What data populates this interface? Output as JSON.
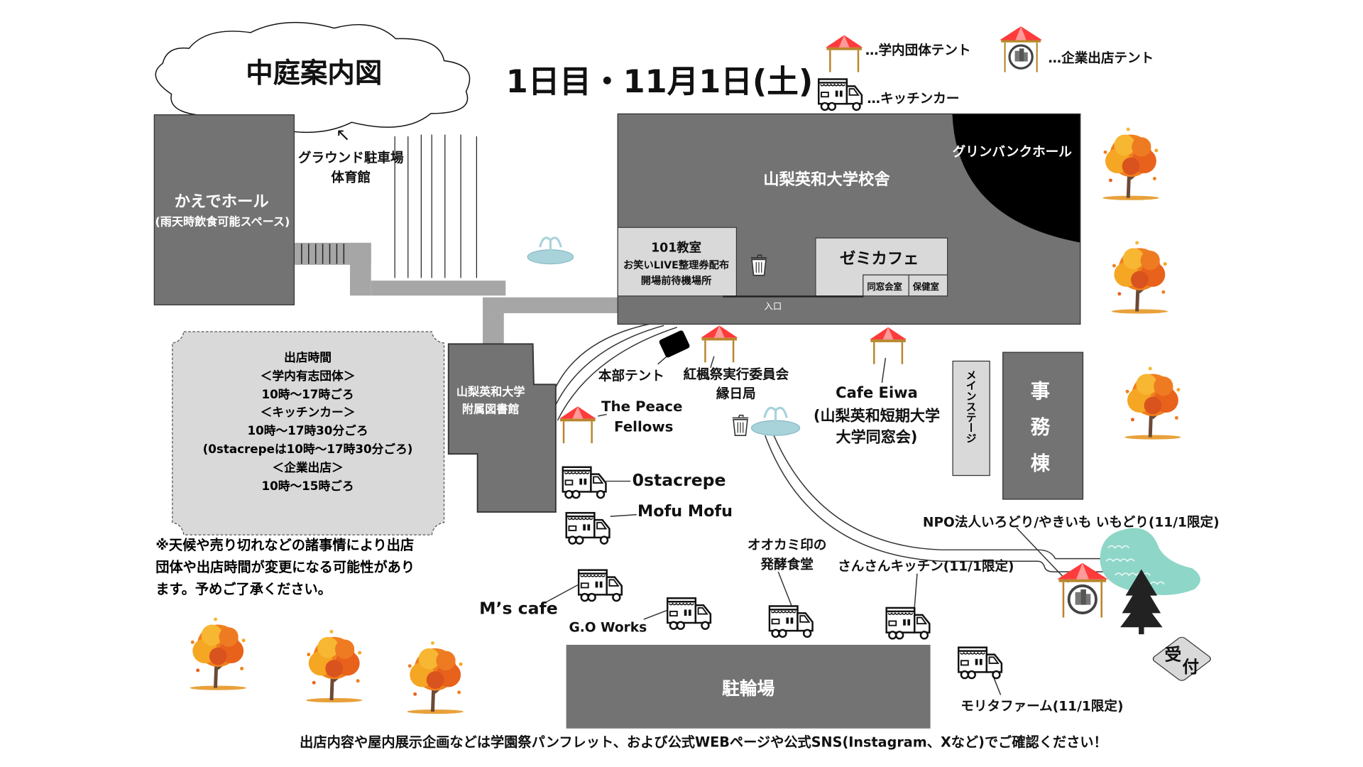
{
  "title": "中庭案内図",
  "date": "1日目・11月1日(土)",
  "legend": {
    "student_tent": "…学内団体テント",
    "company_tent": "…企業出店テント",
    "kitchen_car": "…キッチンカー"
  },
  "buildings": {
    "kaede_hall": "かえでホール",
    "kaede_hall_note": "(雨天時飲食可能スペース)",
    "ground_parking": "グラウンド駐車場",
    "gym": "体育館",
    "main_building": "山梨英和大学校舎",
    "greenbank_hall": "グリンバンクホール",
    "room101": "101教室",
    "room101_line2": "お笑いLIVE整理券配布",
    "room101_line3": "開場前待機場所",
    "zemi_cafe": "ゼミカフェ",
    "alumni_room": "同窓会室",
    "health_room": "保健室",
    "entrance": "入口",
    "library_line1": "山梨英和大学",
    "library_line2": "附属図書館",
    "main_stage": "メインステージ",
    "office": [
      "事",
      "務",
      "棟"
    ],
    "bike_parking": "駐輪場",
    "reception": [
      "受",
      "付"
    ]
  },
  "hours": {
    "lines": [
      "出店時間",
      "＜学内有志団体＞",
      "10時～17時ごろ",
      "＜キッチンカー＞",
      "10時～17時30分ごろ",
      "(0stacrepeは10時～17時30分ごろ)",
      "＜企業出店＞",
      "10時～15時ごろ"
    ]
  },
  "notice": [
    "※天候や売り切れなどの諸事情により出店",
    "団体や出店時間が変更になる可能性があり",
    "ます。予めご了承ください。"
  ],
  "vendors": {
    "honbu": "本部テント",
    "koufu_1": "紅楓祭実行委員会",
    "koufu_2": "縁日局",
    "peace_1": "The Peace",
    "peace_2": "Fellows",
    "cafe_eiwa_1": "Cafe Eiwa",
    "cafe_eiwa_2": "(山梨英和短期大学",
    "cafe_eiwa_3": "大学同窓会)",
    "ostacrepe": "0stacrepe",
    "mofu": "Mofu Mofu",
    "ms_cafe": "M’s cafe",
    "go_works": "G.O Works",
    "ookami_1": "オオカミ印の",
    "ookami_2": "発酵食堂",
    "sansan": "さんさんキッチン(11/1限定)",
    "npo": "NPO法人いろどり/やきいも いもどり(11/1限定)",
    "morita": "モリタファーム(11/1限定)"
  },
  "footer": "出店内容や屋内展示企画などは学園祭パンフレット、および公式WEBページや公式SNS(Instagram、Xなど)でご確認ください！",
  "colors": {
    "building": "#737373",
    "light_room": "#d9d9d9",
    "path": "#a6a6a6",
    "tent_red": "#ff3b3b",
    "pond": "#8ed6c8",
    "fountain": "#a9d3db"
  }
}
